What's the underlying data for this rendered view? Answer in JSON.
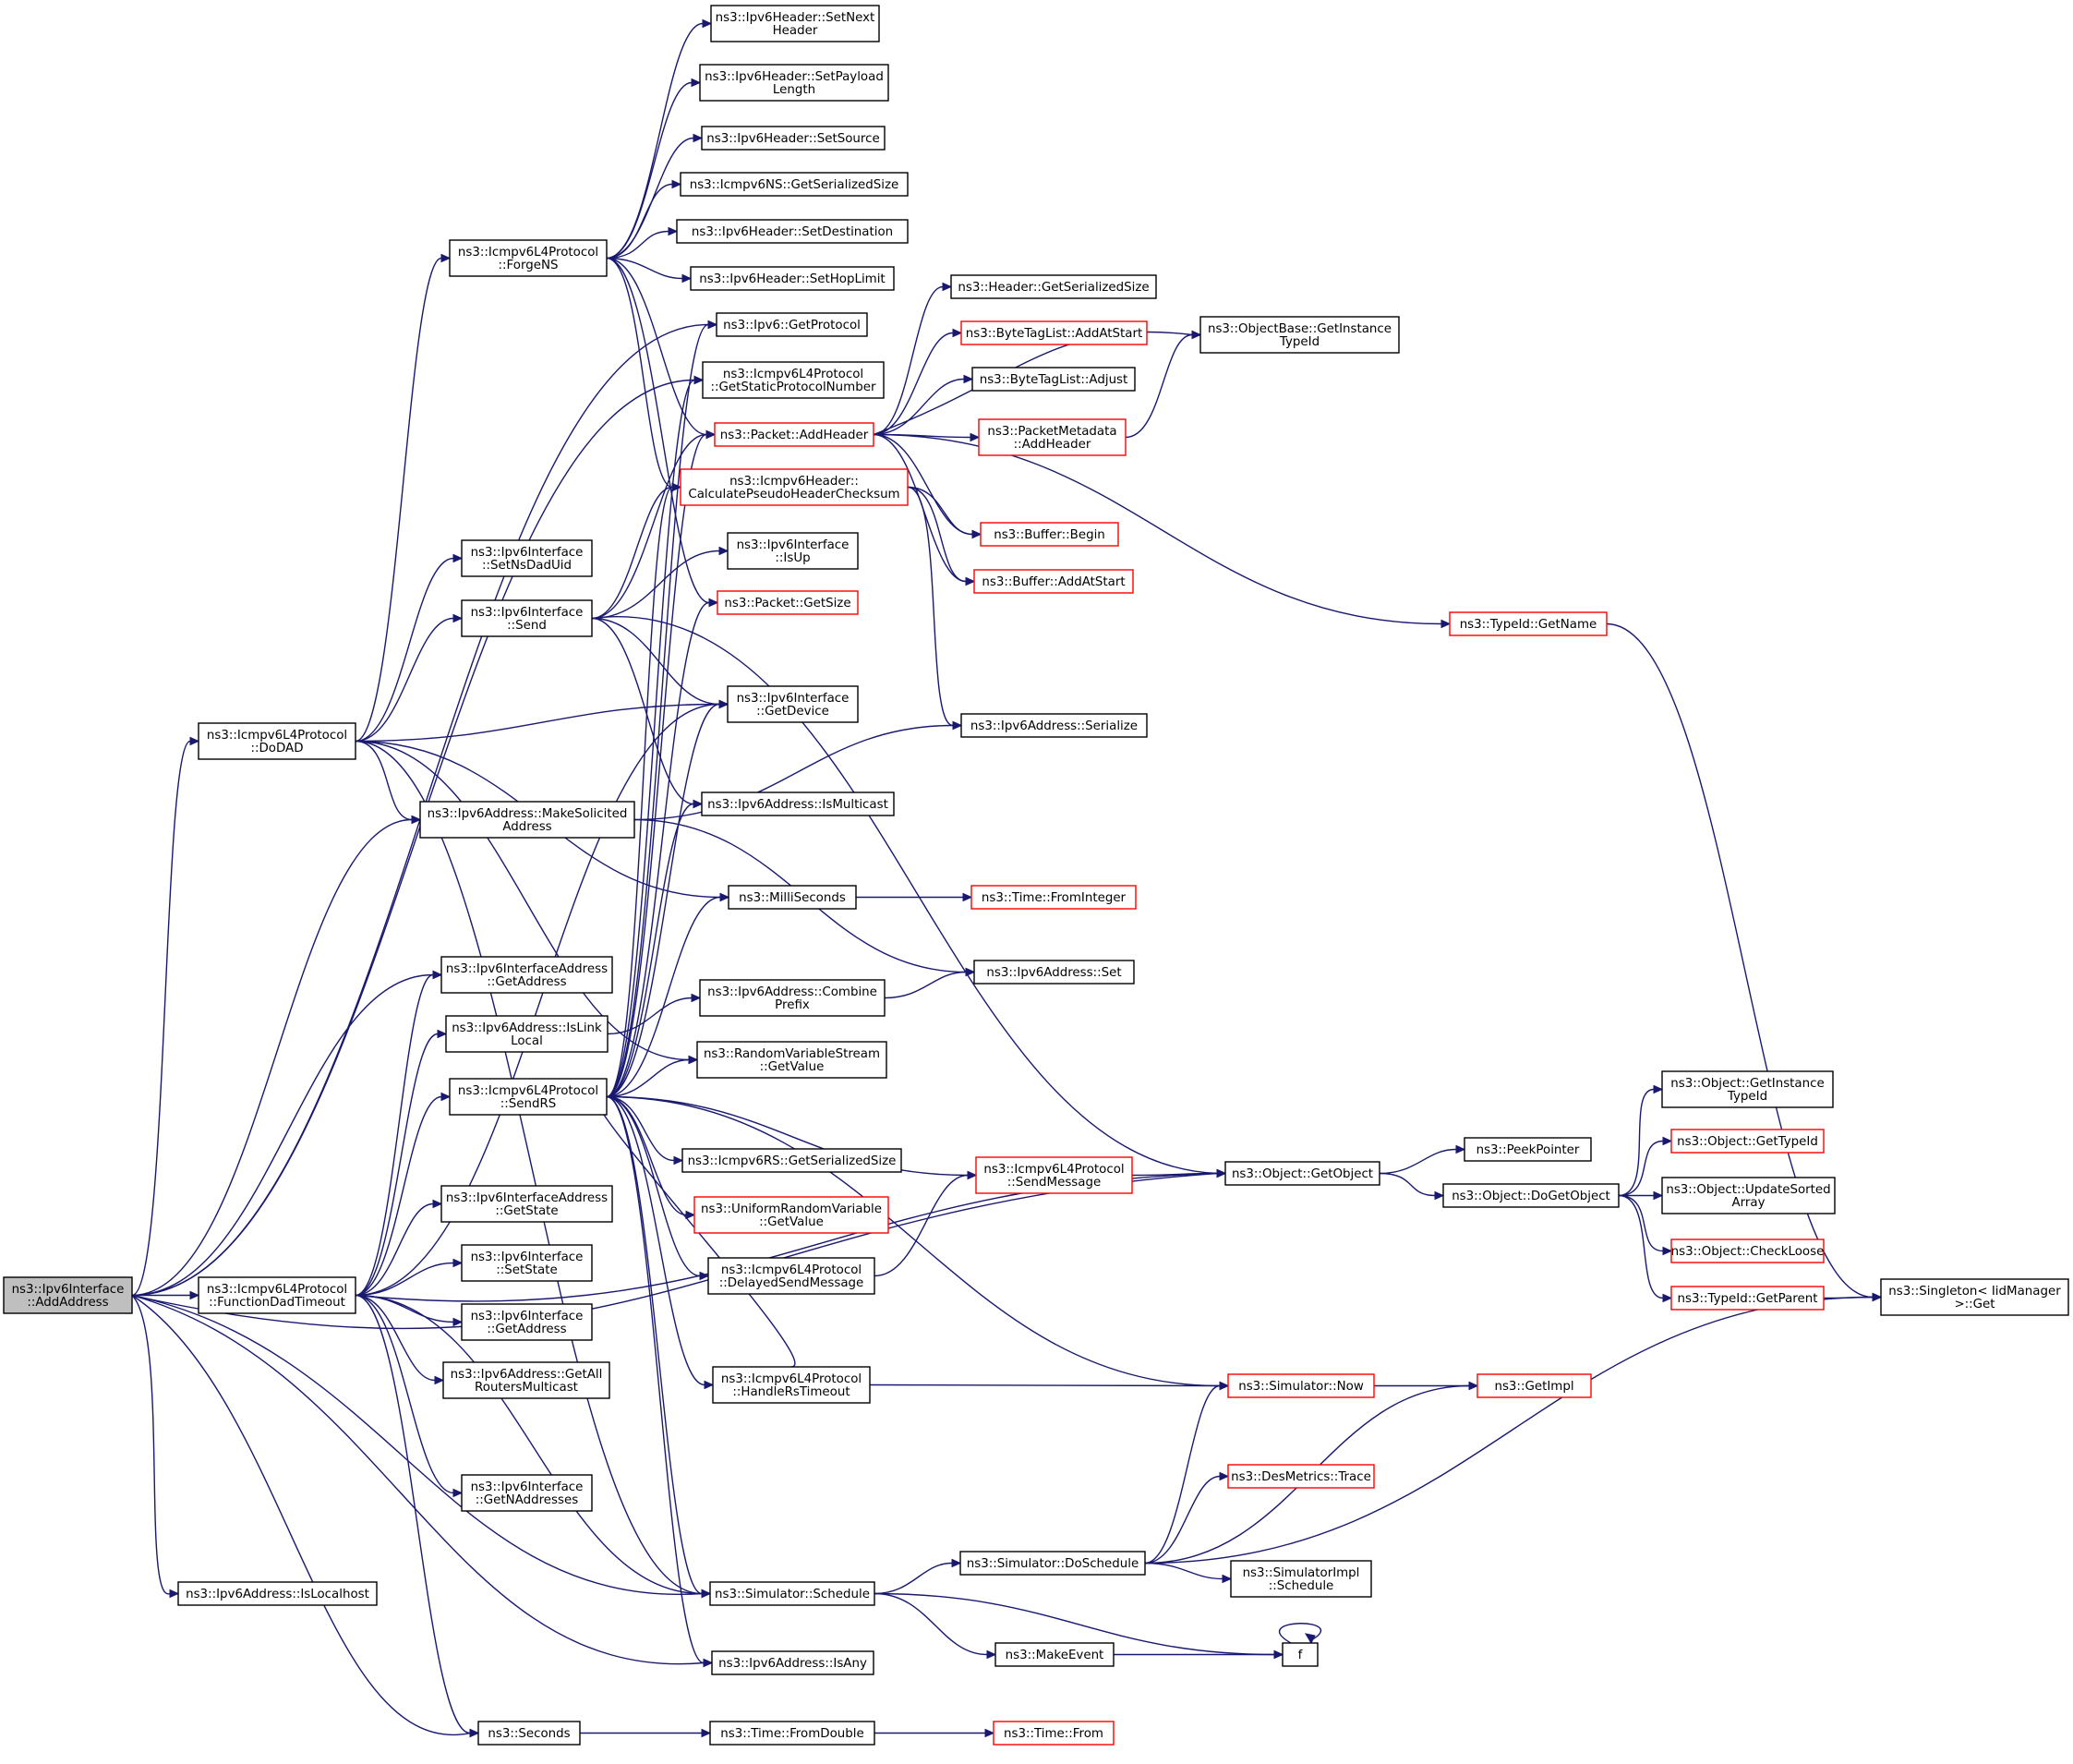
{
  "colors": {
    "edge": "#191970",
    "node_border": "#000000",
    "truncated_border": "#ff0000",
    "root_fill": "#bfbfbf",
    "node_fill": "#ffffff"
  },
  "nodes": [
    {
      "id": "AddAddress",
      "lines": [
        "ns3::Ipv6Interface",
        "::AddAddress"
      ],
      "root": true
    },
    {
      "id": "SetNextHeader",
      "lines": [
        "ns3::Ipv6Header::SetNext",
        "Header"
      ]
    },
    {
      "id": "SetPayloadLength",
      "lines": [
        "ns3::Ipv6Header::SetPayload",
        "Length"
      ]
    },
    {
      "id": "SetSource",
      "lines": [
        "ns3::Ipv6Header::SetSource"
      ]
    },
    {
      "id": "NSGetSerializedSize",
      "lines": [
        "ns3::Icmpv6NS::GetSerializedSize"
      ]
    },
    {
      "id": "SetDestination",
      "lines": [
        "ns3::Ipv6Header::SetDestination"
      ]
    },
    {
      "id": "SetHopLimit",
      "lines": [
        "ns3::Ipv6Header::SetHopLimit"
      ]
    },
    {
      "id": "ForgeNS",
      "lines": [
        "ns3::Icmpv6L4Protocol",
        "::ForgeNS"
      ]
    },
    {
      "id": "GetProtocol",
      "lines": [
        "ns3::Ipv6::GetProtocol"
      ]
    },
    {
      "id": "GetStaticProtocolNumber",
      "lines": [
        "ns3::Icmpv6L4Protocol",
        "::GetStaticProtocolNumber"
      ]
    },
    {
      "id": "AddHeader",
      "lines": [
        "ns3::Packet::AddHeader"
      ],
      "truncated": true
    },
    {
      "id": "CalcPseudo",
      "lines": [
        "ns3::Icmpv6Header::",
        "CalculatePseudoHeaderChecksum"
      ],
      "truncated": true
    },
    {
      "id": "HeaderGetSerializedSize",
      "lines": [
        "ns3::Header::GetSerializedSize"
      ]
    },
    {
      "id": "BTLAddAtStart",
      "lines": [
        "ns3::ByteTagList::AddAtStart"
      ],
      "truncated": true
    },
    {
      "id": "BTLAdjust",
      "lines": [
        "ns3::ByteTagList::Adjust"
      ]
    },
    {
      "id": "PMAddHeader",
      "lines": [
        "ns3::PacketMetadata",
        "::AddHeader"
      ],
      "truncated": true
    },
    {
      "id": "GetInstanceTypeId",
      "lines": [
        "ns3::ObjectBase::GetInstance",
        "TypeId"
      ]
    },
    {
      "id": "BufferBegin",
      "lines": [
        "ns3::Buffer::Begin"
      ],
      "truncated": true
    },
    {
      "id": "BufferAddAtStart",
      "lines": [
        "ns3::Buffer::AddAtStart"
      ],
      "truncated": true
    },
    {
      "id": "TypeIdGetName",
      "lines": [
        "ns3::TypeId::GetName"
      ],
      "truncated": true
    },
    {
      "id": "SetNsDadUid",
      "lines": [
        "ns3::Ipv6Interface",
        "::SetNsDadUid"
      ]
    },
    {
      "id": "IsUp",
      "lines": [
        "ns3::Ipv6Interface",
        "::IsUp"
      ]
    },
    {
      "id": "Send",
      "lines": [
        "ns3::Ipv6Interface",
        "::Send"
      ]
    },
    {
      "id": "PacketGetSize",
      "lines": [
        "ns3::Packet::GetSize"
      ],
      "truncated": true
    },
    {
      "id": "GetDevice",
      "lines": [
        "ns3::Ipv6Interface",
        "::GetDevice"
      ]
    },
    {
      "id": "DoDAD",
      "lines": [
        "ns3::Icmpv6L4Protocol",
        "::DoDAD"
      ]
    },
    {
      "id": "Serialize",
      "lines": [
        "ns3::Ipv6Address::Serialize"
      ]
    },
    {
      "id": "MakeSolicited",
      "lines": [
        "ns3::Ipv6Address::MakeSolicited",
        "Address"
      ]
    },
    {
      "id": "IsMulticast",
      "lines": [
        "ns3::Ipv6Address::IsMulticast"
      ]
    },
    {
      "id": "MilliSeconds",
      "lines": [
        "ns3::MilliSeconds"
      ]
    },
    {
      "id": "FromInteger",
      "lines": [
        "ns3::Time::FromInteger"
      ],
      "truncated": true
    },
    {
      "id": "IAGetAddress",
      "lines": [
        "ns3::Ipv6InterfaceAddress",
        "::GetAddress"
      ]
    },
    {
      "id": "AddrSet",
      "lines": [
        "ns3::Ipv6Address::Set"
      ]
    },
    {
      "id": "IsLinkLocal",
      "lines": [
        "ns3::Ipv6Address::IsLink",
        "Local"
      ]
    },
    {
      "id": "CombinePrefix",
      "lines": [
        "ns3::Ipv6Address::Combine",
        "Prefix"
      ]
    },
    {
      "id": "RVSGetValue",
      "lines": [
        "ns3::RandomVariableStream",
        "::GetValue"
      ]
    },
    {
      "id": "SendRS",
      "lines": [
        "ns3::Icmpv6L4Protocol",
        "::SendRS"
      ]
    },
    {
      "id": "RSGetSerializedSize",
      "lines": [
        "ns3::Icmpv6RS::GetSerializedSize"
      ]
    },
    {
      "id": "SendMessage",
      "lines": [
        "ns3::Icmpv6L4Protocol",
        "::SendMessage"
      ],
      "truncated": true
    },
    {
      "id": "ObjGetInstanceTypeId",
      "lines": [
        "ns3::Object::GetInstance",
        "TypeId"
      ]
    },
    {
      "id": "PeekPointer",
      "lines": [
        "ns3::PeekPointer"
      ]
    },
    {
      "id": "ObjGetTypeId",
      "lines": [
        "ns3::Object::GetTypeId"
      ],
      "truncated": true
    },
    {
      "id": "GetObject",
      "lines": [
        "ns3::Object::GetObject"
      ]
    },
    {
      "id": "UniformGetValue",
      "lines": [
        "ns3::UniformRandomVariable",
        "::GetValue"
      ],
      "truncated": true
    },
    {
      "id": "IAGetState",
      "lines": [
        "ns3::Ipv6InterfaceAddress",
        "::GetState"
      ]
    },
    {
      "id": "DoGetObject",
      "lines": [
        "ns3::Object::DoGetObject"
      ]
    },
    {
      "id": "UpdateSortedArray",
      "lines": [
        "ns3::Object::UpdateSorted",
        "Array"
      ]
    },
    {
      "id": "SetState",
      "lines": [
        "ns3::Ipv6Interface",
        "::SetState"
      ]
    },
    {
      "id": "CheckLoose",
      "lines": [
        "ns3::Object::CheckLoose"
      ],
      "truncated": true
    },
    {
      "id": "DelayedSendMessage",
      "lines": [
        "ns3::Icmpv6L4Protocol",
        "::DelayedSendMessage"
      ]
    },
    {
      "id": "FunctionDadTimeout",
      "lines": [
        "ns3::Icmpv6L4Protocol",
        "::FunctionDadTimeout"
      ]
    },
    {
      "id": "TypeIdGetParent",
      "lines": [
        "ns3::TypeId::GetParent"
      ],
      "truncated": true
    },
    {
      "id": "SingletonGet",
      "lines": [
        "ns3::Singleton< IidManager",
        ">::Get"
      ]
    },
    {
      "id": "IfGetAddress",
      "lines": [
        "ns3::Ipv6Interface",
        "::GetAddress"
      ]
    },
    {
      "id": "GetAllRouters",
      "lines": [
        "ns3::Ipv6Address::GetAll",
        "RoutersMulticast"
      ]
    },
    {
      "id": "HandleRsTimeout",
      "lines": [
        "ns3::Icmpv6L4Protocol",
        "::HandleRsTimeout"
      ]
    },
    {
      "id": "SimNow",
      "lines": [
        "ns3::Simulator::Now"
      ],
      "truncated": true
    },
    {
      "id": "GetImpl",
      "lines": [
        "ns3::GetImpl"
      ],
      "truncated": true
    },
    {
      "id": "DesMetricsTrace",
      "lines": [
        "ns3::DesMetrics::Trace"
      ],
      "truncated": true
    },
    {
      "id": "GetNAddresses",
      "lines": [
        "ns3::Ipv6Interface",
        "::GetNAddresses"
      ]
    },
    {
      "id": "DoSchedule",
      "lines": [
        "ns3::Simulator::DoSchedule"
      ]
    },
    {
      "id": "SimImplSchedule",
      "lines": [
        "ns3::SimulatorImpl",
        "::Schedule"
      ]
    },
    {
      "id": "IsLocalhost",
      "lines": [
        "ns3::Ipv6Address::IsLocalhost"
      ]
    },
    {
      "id": "Schedule",
      "lines": [
        "ns3::Simulator::Schedule"
      ]
    },
    {
      "id": "f",
      "lines": [
        "f"
      ]
    },
    {
      "id": "MakeEvent",
      "lines": [
        "ns3::MakeEvent"
      ]
    },
    {
      "id": "IsAny",
      "lines": [
        "ns3::Ipv6Address::IsAny"
      ]
    },
    {
      "id": "Seconds",
      "lines": [
        "ns3::Seconds"
      ]
    },
    {
      "id": "FromDouble",
      "lines": [
        "ns3::Time::FromDouble"
      ]
    },
    {
      "id": "TimeFrom",
      "lines": [
        "ns3::Time::From"
      ],
      "truncated": true
    }
  ]
}
